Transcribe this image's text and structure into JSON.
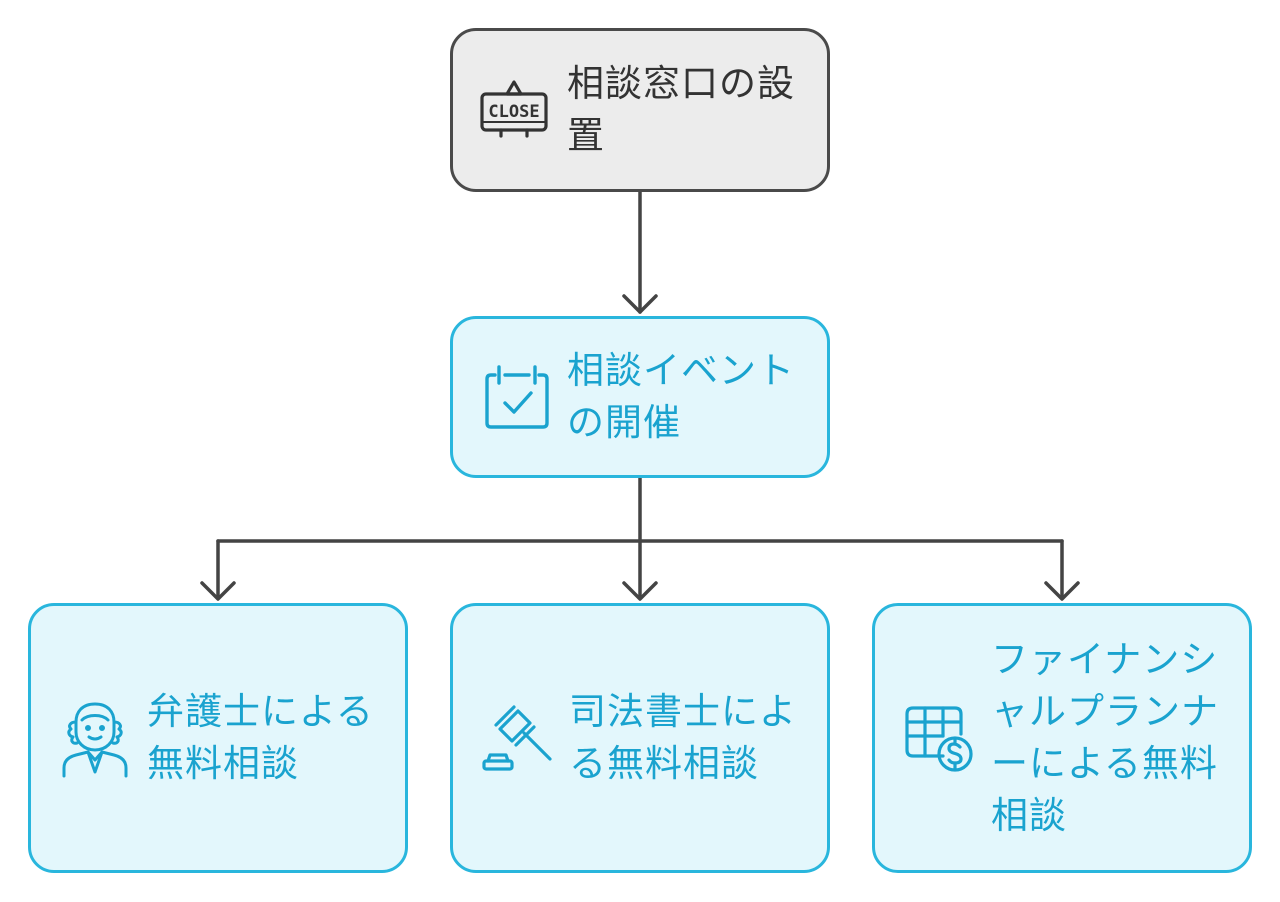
{
  "colors": {
    "blue_border": "#29B6DD",
    "blue_fill": "#E3F7FC",
    "blue_text": "#1AA3CF",
    "gray_border": "#4a4a4a",
    "gray_fill": "#ECECEC",
    "gray_text": "#333333",
    "connector": "#444444"
  },
  "nodes": {
    "setup": {
      "label": "相談窓口の設置",
      "icon": "close-sign-icon"
    },
    "event": {
      "label": "相談イベントの開催",
      "icon": "calendar-check-icon"
    },
    "lawyer": {
      "label": "弁護士による無料相談",
      "icon": "lawyer-icon"
    },
    "scrivener": {
      "label": "司法書士による無料相談",
      "icon": "gavel-icon"
    },
    "planner": {
      "label": "ファイナンシャルプランナーによる無料相談",
      "icon": "finance-sheet-dollar-icon"
    }
  }
}
